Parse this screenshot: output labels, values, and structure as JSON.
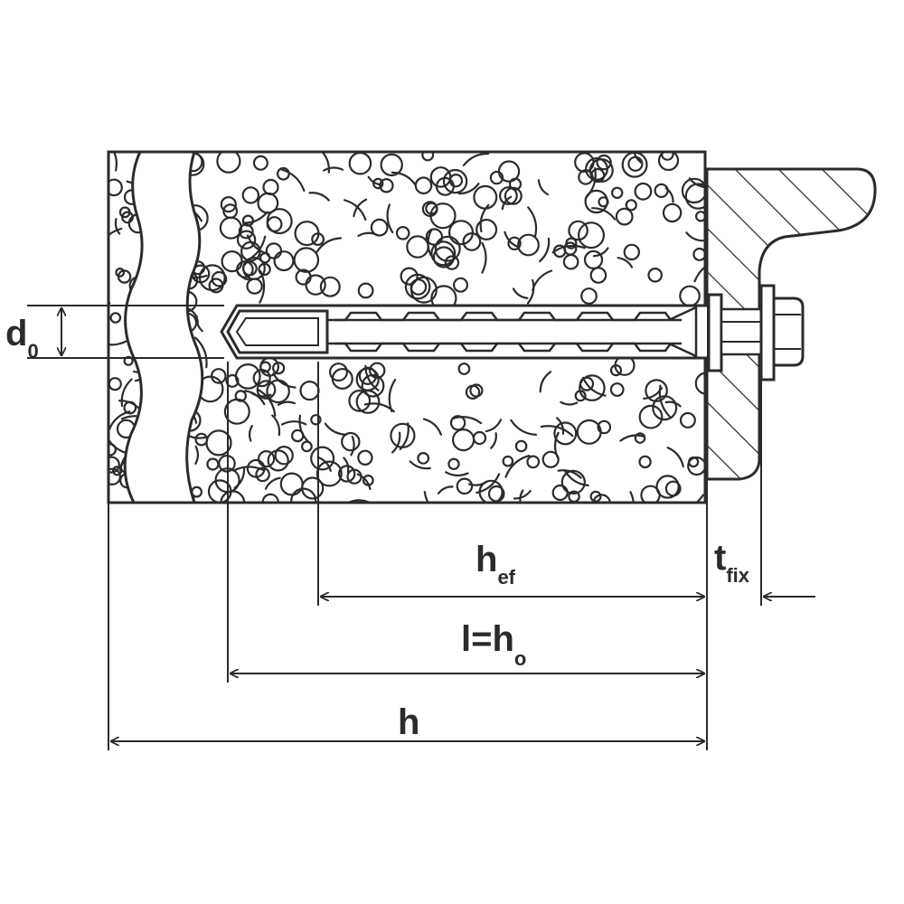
{
  "labels": {
    "d0": {
      "main": "d",
      "sub": "0"
    },
    "hef": {
      "main": "h",
      "sub": "ef"
    },
    "tfix": {
      "main": "t",
      "sub": "fix"
    },
    "lh0": {
      "main": "l=h",
      "sub": "o"
    },
    "h": {
      "main": "h"
    }
  },
  "colors": {
    "ink": "#2b2b2b",
    "background": "#ffffff"
  }
}
